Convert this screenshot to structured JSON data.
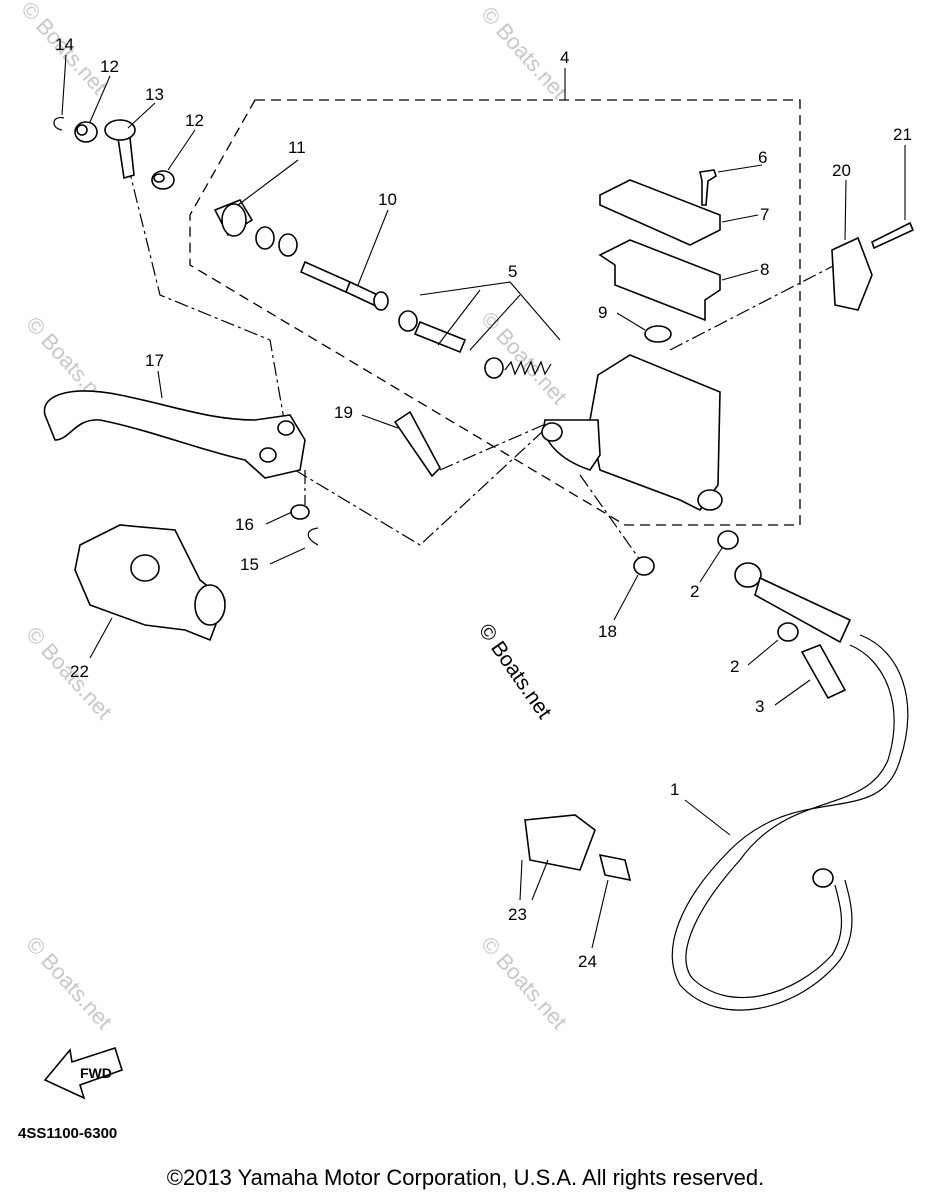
{
  "diagram": {
    "labels": [
      "14",
      "12",
      "13",
      "12",
      "4",
      "11",
      "10",
      "5",
      "6",
      "7",
      "8",
      "9",
      "20",
      "21",
      "17",
      "19",
      "16",
      "15",
      "22",
      "18",
      "2",
      "2",
      "3",
      "1",
      "23",
      "24"
    ],
    "watermark": "© Boats.net",
    "fwd_label": "FWD",
    "catalog_code": "4SS1100-6300",
    "copyright": "©2013 Yamaha Motor Corporation, U.S.A. All rights reserved."
  }
}
